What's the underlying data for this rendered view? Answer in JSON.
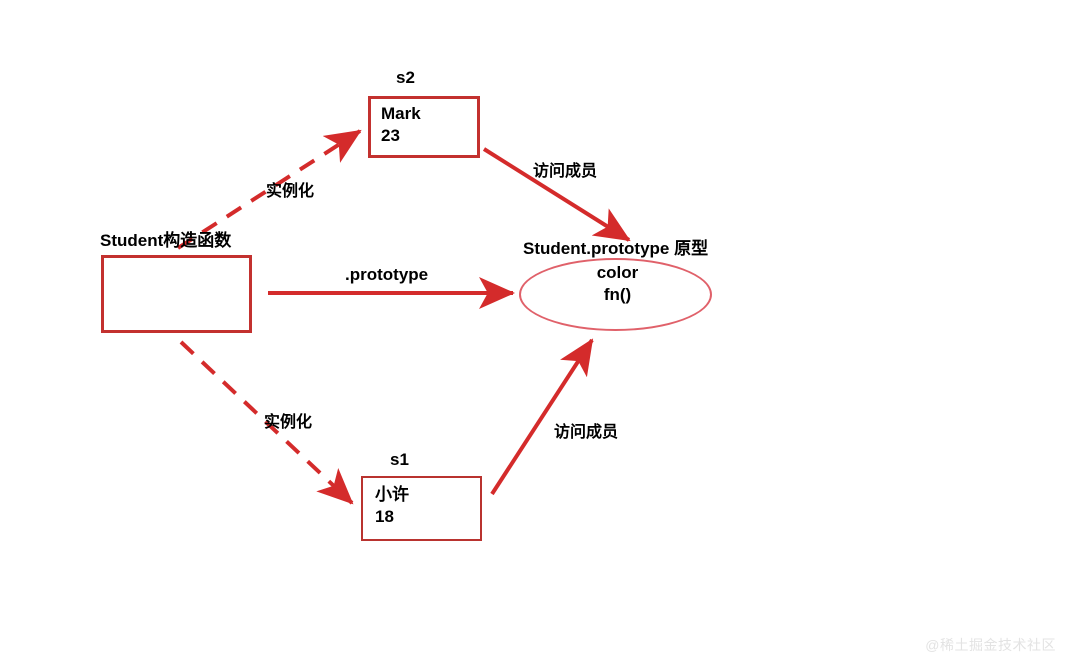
{
  "diagram": {
    "title": "JavaScript prototype relationship diagram",
    "colors": {
      "stroke_solid": "#d42b2b",
      "stroke_dashed": "#d42b2b",
      "box_border": "#c3312f",
      "ellipse_border": "#e0616a",
      "text": "#000000",
      "background": "#ffffff",
      "watermark": "#e3e3e3"
    },
    "nodes": {
      "constructor": {
        "title": "Student构造函数",
        "body": []
      },
      "instance_s2": {
        "title": "s2",
        "body": [
          "Mark",
          "23"
        ]
      },
      "instance_s1": {
        "title": "s1",
        "body": [
          "小许",
          "18"
        ]
      },
      "prototype": {
        "title": "Student.prototype 原型",
        "body": [
          "color",
          "fn()"
        ]
      }
    },
    "edges": {
      "instantiate_top": {
        "label": "实例化",
        "style": "dashed",
        "from": "constructor",
        "to": "instance_s2"
      },
      "instantiate_bottom": {
        "label": "实例化",
        "style": "dashed",
        "from": "constructor",
        "to": "instance_s1"
      },
      "prototype_link": {
        "label": ".prototype",
        "style": "solid",
        "from": "constructor",
        "to": "prototype"
      },
      "access_top": {
        "label": "访问成员",
        "style": "solid",
        "from": "instance_s2",
        "to": "prototype"
      },
      "access_bottom": {
        "label": "访问成员",
        "style": "solid",
        "from": "instance_s1",
        "to": "prototype"
      }
    },
    "watermark": "@稀土掘金技术社区"
  }
}
